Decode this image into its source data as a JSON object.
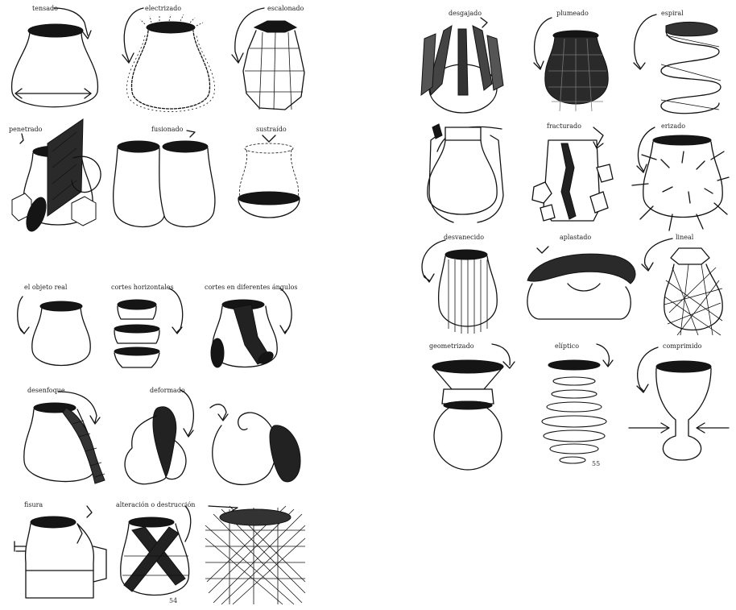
{
  "sheets": {
    "top_left": {
      "labels": [
        "tensado",
        "electrizado",
        "escalonado",
        "penetrado",
        "fusionado",
        "sustraído"
      ]
    },
    "bottom_left": {
      "labels": [
        "el objeto real",
        "cortes horizontales",
        "cortes en diferentes ángulos",
        "desenfoque",
        "deformado",
        "fisura",
        "alteración o destrucción"
      ],
      "page_number": "54"
    },
    "right": {
      "labels": [
        "desgajado",
        "plumeado",
        "espiral",
        "fracturado",
        "erizado",
        "desvanecido",
        "aplastado",
        "lineal",
        "geometrizado",
        "elíptico",
        "comprimido"
      ],
      "page_number": "55"
    }
  }
}
